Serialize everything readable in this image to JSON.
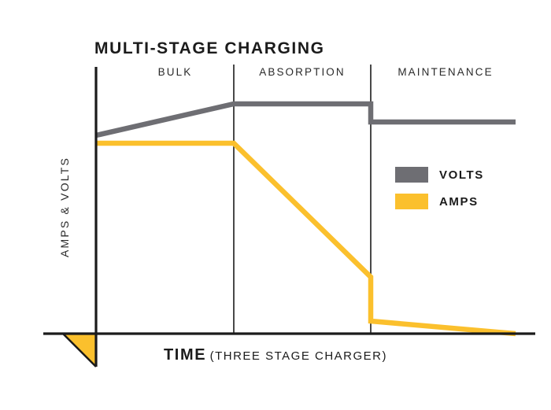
{
  "chart_data": {
    "type": "line",
    "title": "MULTI-STAGE CHARGING",
    "xlabel_main": "TIME",
    "xlabel_sub": "(THREE STAGE CHARGER)",
    "ylabel": "AMPS & VOLTS",
    "grid": false,
    "legend_position": "right-middle",
    "stages": [
      {
        "name": "BULK",
        "x_start": 0.0,
        "x_end": 0.33
      },
      {
        "name": "ABSORPTION",
        "x_start": 0.33,
        "x_end": 0.65
      },
      {
        "name": "MAINTENANCE",
        "x_start": 0.65,
        "x_end": 1.0
      }
    ],
    "series": [
      {
        "name": "VOLTS",
        "color": "#6e6e73",
        "points": [
          {
            "x": 0.0,
            "y": 0.72
          },
          {
            "x": 0.33,
            "y": 0.86
          },
          {
            "x": 0.65,
            "y": 0.86
          },
          {
            "x": 0.65,
            "y": 0.79
          },
          {
            "x": 1.0,
            "y": 0.79
          }
        ]
      },
      {
        "name": "AMPS",
        "color": "#fbc02d",
        "points": [
          {
            "x": 0.0,
            "y": 0.69
          },
          {
            "x": 0.33,
            "y": 0.69
          },
          {
            "x": 0.65,
            "y": 0.21
          },
          {
            "x": 0.65,
            "y": 0.05
          },
          {
            "x": 1.0,
            "y": 0.0
          }
        ]
      }
    ],
    "axis_color": "#1b1b1b",
    "accent_yellow": "#fbc02d",
    "accent_gray": "#6e6e73"
  },
  "legend": {
    "items": [
      {
        "label": "VOLTS",
        "color": "#6e6e73"
      },
      {
        "label": "AMPS",
        "color": "#fbc02d"
      }
    ]
  }
}
